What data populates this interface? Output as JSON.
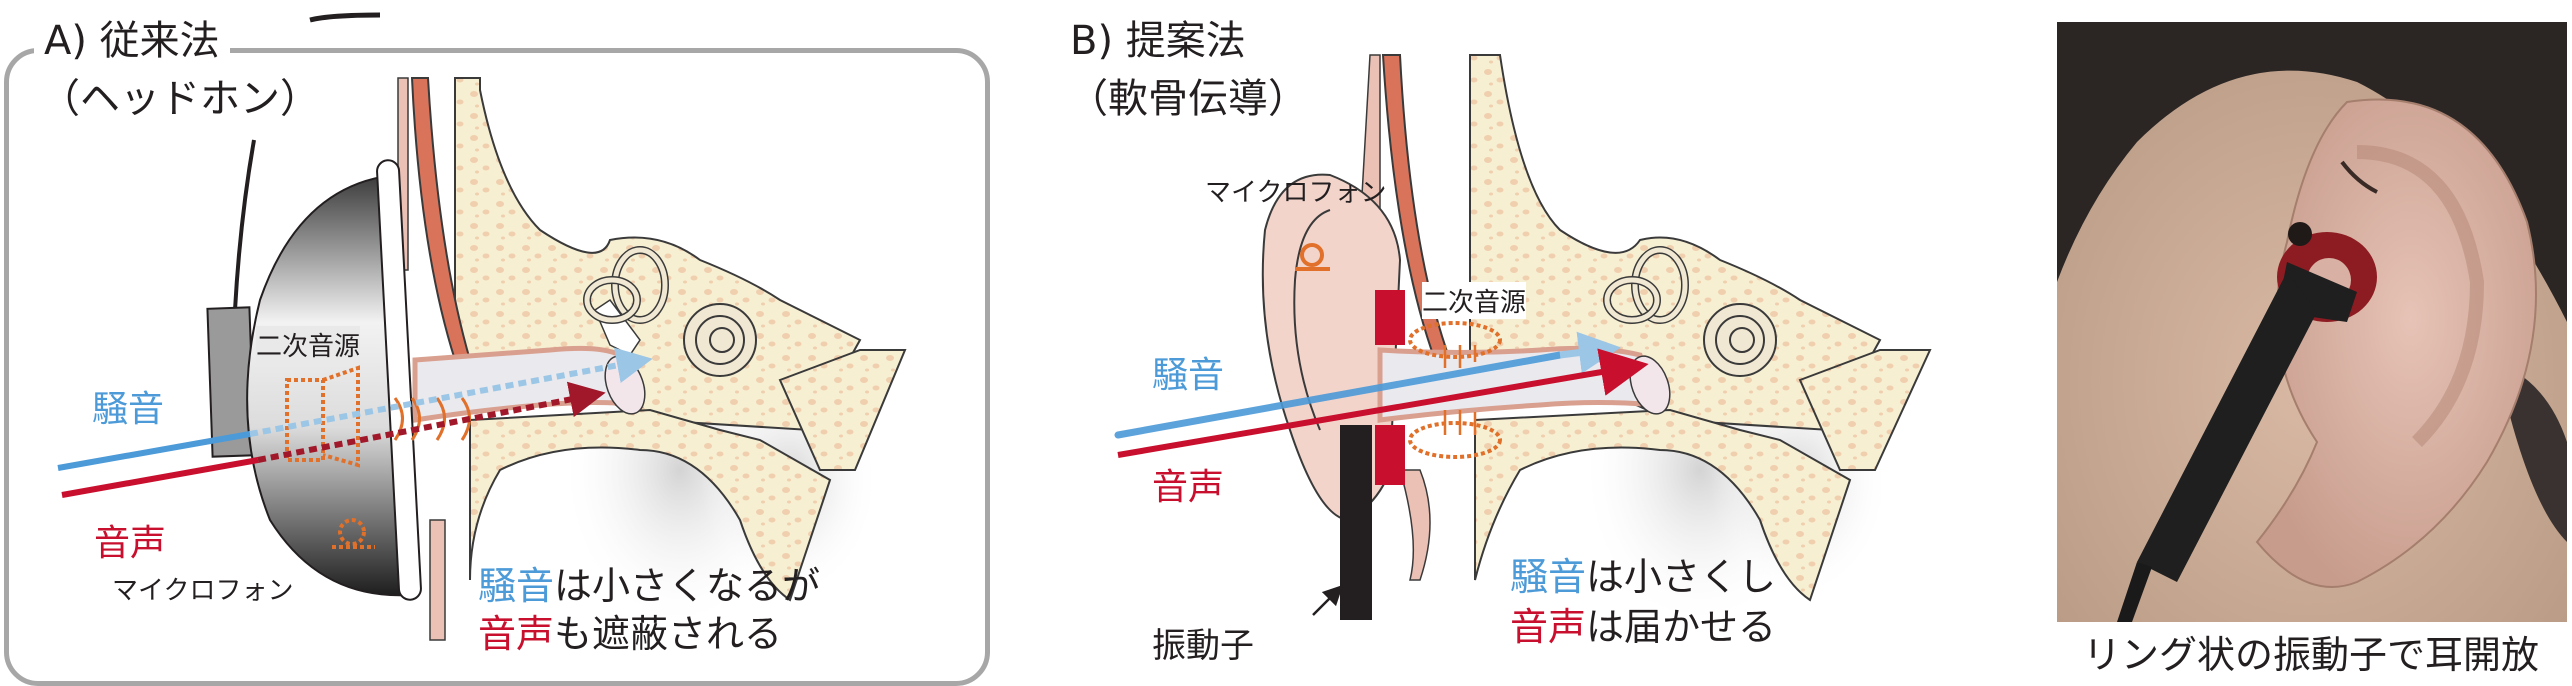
{
  "colors": {
    "noise_blue": "#4c9ad8",
    "voice_red": "#c8102e",
    "bone": "#f7efd2",
    "skin": "#ecc1b5",
    "source_orange": "#e0702a",
    "frame_gray": "#a7a7a7"
  },
  "panel_a": {
    "title": "A) 従来法",
    "subtitle": "（ヘッドホン）",
    "secondary_source_label": "二次音源",
    "noise_label": "騒音",
    "voice_label": "音声",
    "microphone_label": "マイクロフォン",
    "result": {
      "noise_word": "騒音",
      "line1_rest": "は小さくなるが",
      "voice_word": "音声",
      "line2_rest": "も遮蔽される"
    }
  },
  "panel_b": {
    "title": "B) 提案法",
    "subtitle": "（軟骨伝導）",
    "microphone_label": "マイクロフォン",
    "secondary_source_label": "二次音源",
    "noise_label": "騒音",
    "voice_label": "音声",
    "vibrator_label": "振動子",
    "result": {
      "noise_word": "騒音",
      "line1_rest": "は小さくし",
      "voice_word": "音声",
      "line2_rest": "は届かせる"
    }
  },
  "photo": {
    "caption": "リング状の振動子で耳開放"
  }
}
